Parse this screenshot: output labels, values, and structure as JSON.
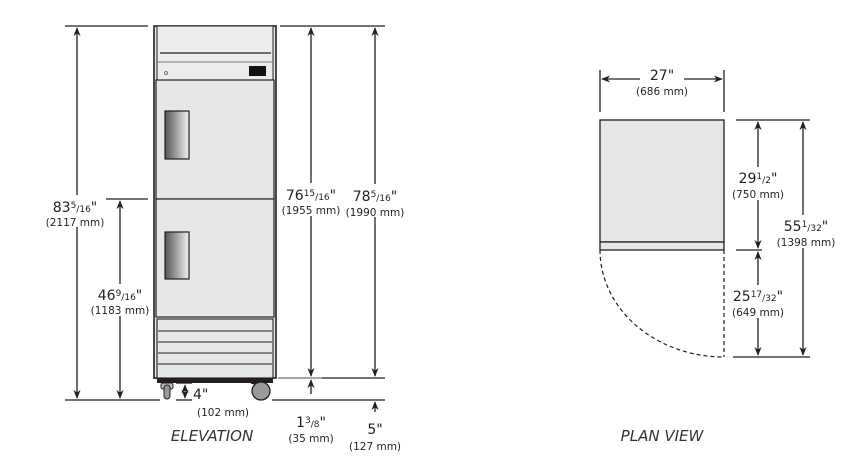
{
  "elevation": {
    "caption": "ELEVATION",
    "dims": {
      "overall_height": {
        "whole": "83",
        "num": "5",
        "den": "16",
        "unit": "\"",
        "mm": "(2117 mm)"
      },
      "door_split": {
        "whole": "46",
        "num": "9",
        "den": "16",
        "unit": "\"",
        "mm": "(1183 mm)"
      },
      "cabinet_height": {
        "whole": "76",
        "num": "15",
        "den": "16",
        "unit": "\"",
        "mm": "(1955 mm)"
      },
      "top_height": {
        "whole": "78",
        "num": "5",
        "den": "16",
        "unit": "\"",
        "mm": "(1990 mm)"
      },
      "caster": {
        "whole": "4",
        "unit": "\"",
        "mm": "(102 mm)"
      },
      "base_gap": {
        "whole": "1",
        "num": "3",
        "den": "8",
        "unit": "\"",
        "mm": "(35 mm)"
      },
      "floor_clearance": {
        "whole": "5",
        "unit": "\"",
        "mm": "(127 mm)"
      }
    }
  },
  "plan": {
    "caption": "PLAN VIEW",
    "dims": {
      "width": {
        "whole": "27",
        "unit": "\"",
        "mm": "(686 mm)"
      },
      "depth": {
        "whole": "29",
        "num": "1",
        "den": "2",
        "unit": "\"",
        "mm": "(750 mm)"
      },
      "door_swing": {
        "whole": "25",
        "num": "17",
        "den": "32",
        "unit": "\"",
        "mm": "(649 mm)"
      },
      "total_depth": {
        "whole": "55",
        "num": "1",
        "den": "32",
        "unit": "\"",
        "mm": "(1398 mm)"
      }
    }
  }
}
